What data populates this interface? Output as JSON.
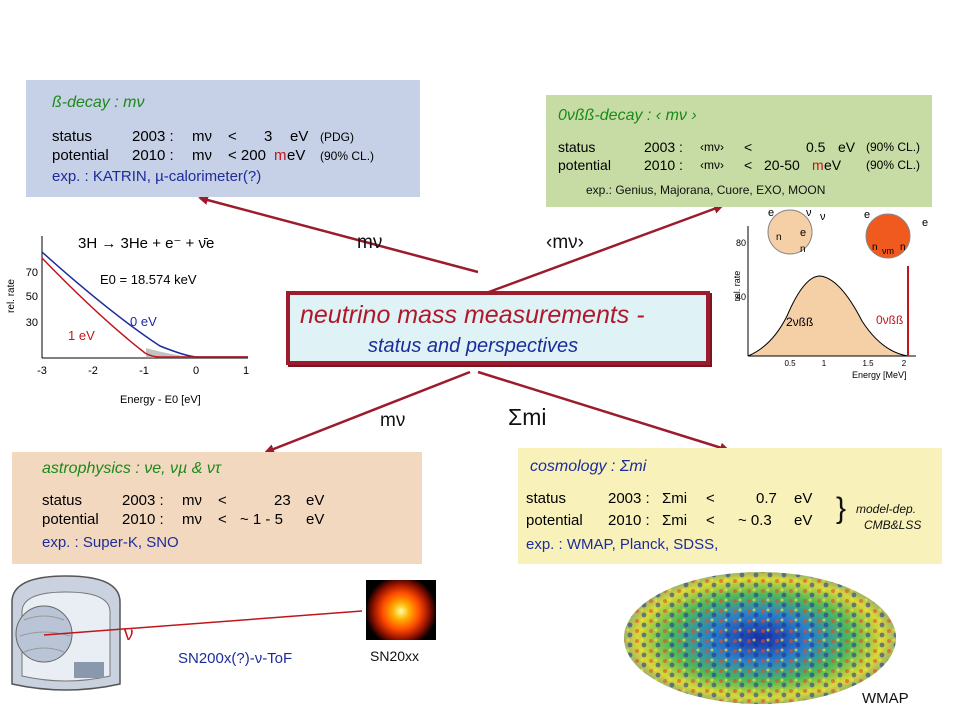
{
  "title": {
    "line1": "neutrino mass measurements -",
    "line2": "status and perspectives"
  },
  "arrows": {
    "top_left_label": "mν",
    "top_right_label": "‹mν›",
    "bottom_left_label": "mν",
    "bottom_right_label": "Σmi"
  },
  "beta": {
    "heading": "ß-decay : mν",
    "status_label": "status",
    "status_year": "2003 :",
    "status_sym": "mν",
    "status_rel": "<",
    "status_val": "3",
    "status_unit": "eV",
    "status_note": "(PDG)",
    "potential_label": "potential",
    "potential_year": "2010 :",
    "potential_sym": "mν",
    "potential_rel": "< 200",
    "potential_unit_m": "m",
    "potential_unit_ev": "eV",
    "potential_note": "(90% CL.)",
    "exp": "exp. : KATRIN, µ-calorimeter(?)"
  },
  "dbd": {
    "heading": "0νßß-decay : ‹ mν ›",
    "status_label": "status",
    "status_year": "2003 :",
    "status_sym": "‹mν›",
    "status_rel": "<",
    "status_val": "0.5",
    "status_unit": "eV",
    "status_note": "(90% CL.)",
    "potential_label": "potential",
    "potential_year": "2010 :",
    "potential_sym": "‹mν›",
    "potential_rel": "<",
    "potential_val": "20-50",
    "potential_unit_m": "m",
    "potential_unit_ev": "eV",
    "potential_note": "(90% CL.)",
    "exp": "exp.: Genius, Majorana, Cuore, EXO, MOON"
  },
  "astro": {
    "heading": "astrophysics : νe, νµ & ντ",
    "status_label": "status",
    "status_year": "2003 :",
    "status_sym": "mν",
    "status_rel": "<",
    "status_val": "23",
    "status_unit": "eV",
    "potential_label": "potential",
    "potential_year": "2010 :",
    "potential_sym": "mν",
    "potential_rel": "<",
    "potential_val": "~ 1 - 5",
    "potential_unit": "eV",
    "exp": "exp. : Super-K, SNO"
  },
  "cosmo": {
    "heading": "cosmology : Σmi",
    "status_label": "status",
    "status_year": "2003 :",
    "status_sym": "Σmi",
    "status_rel": "<",
    "status_val": "0.7",
    "status_unit": "eV",
    "potential_label": "potential",
    "potential_year": "2010 :",
    "potential_sym": "Σmi",
    "potential_rel": "<",
    "potential_val": "~ 0.3",
    "potential_unit": "eV",
    "brace": "}",
    "note1": "model-dep.",
    "note2": "CMB&LSS",
    "exp": "exp. : WMAP, Planck, SDSS,"
  },
  "beta_plot": {
    "reaction": "3H → 3He + e⁻ + ν̄e",
    "e0": "E0 = 18.574 keV",
    "ylabel": "rel. rate",
    "xlabel": "Energy - E0 [eV]",
    "yticks": [
      "70",
      "50",
      "30"
    ],
    "xticks": [
      "-3",
      "-2",
      "-1",
      "0",
      "1"
    ],
    "label_0ev": "0 eV",
    "label_1ev": "1 eV"
  },
  "dbd_plot": {
    "ylabel": "rel. rate",
    "xlabel": "Energy [MeV]",
    "yticks": [
      "80",
      "40"
    ],
    "xticks": [
      "0.5",
      "1",
      "1.5",
      "2"
    ],
    "label_2v": "2νßß",
    "label_0v": "0νßß",
    "diag_e": "e",
    "diag_n": "n",
    "diag_nu": "ν",
    "diag_num": "νm"
  },
  "sn": {
    "nu": "ν",
    "tof": "SN200x(?)-ν-ToF",
    "sn_label": "SN20xx"
  },
  "wmap": {
    "label": "WMAP"
  },
  "colors": {
    "beta_bg": "#c6d0e6",
    "dbd_bg": "#c6dca4",
    "astro_bg": "#f3d8c0",
    "cosmo_bg": "#f8f1ba",
    "title_bg": "#dff2f6",
    "arrow": "#9c1b2c",
    "heading_green": "#1a8a1a",
    "text_blue": "#1d2c9b",
    "text_red": "#c0161b"
  }
}
